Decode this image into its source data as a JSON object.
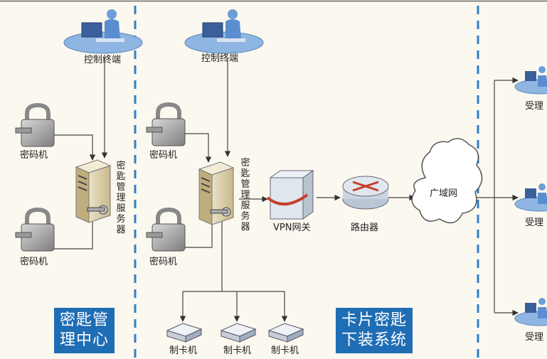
{
  "left_zone": {
    "control_terminal": "控制终端",
    "cipher_top": "密码机",
    "cipher_bottom": "密码机",
    "server": "密匙管理服务器",
    "panel_line1": "密匙管",
    "panel_line2": "理中心"
  },
  "middle_zone": {
    "control_terminal": "控制终端",
    "cipher_top": "密码机",
    "cipher_bottom": "密码机",
    "server": "密匙管理服务器",
    "vpn": "VPN网关",
    "router": "路由器",
    "card_maker_1": "制卡机",
    "card_maker_2": "制卡机",
    "card_maker_3": "制卡机",
    "panel_line1": "卡片密匙",
    "panel_line2": "下装系统"
  },
  "wan": "广域网",
  "right_zone": {
    "receiver_1": "受理",
    "receiver_2": "受理",
    "receiver_3": "受理"
  },
  "colors": {
    "background": "#fbf8ef",
    "divider": "#2f7fc8",
    "panel": "#1f6db4",
    "line": "#444444"
  }
}
